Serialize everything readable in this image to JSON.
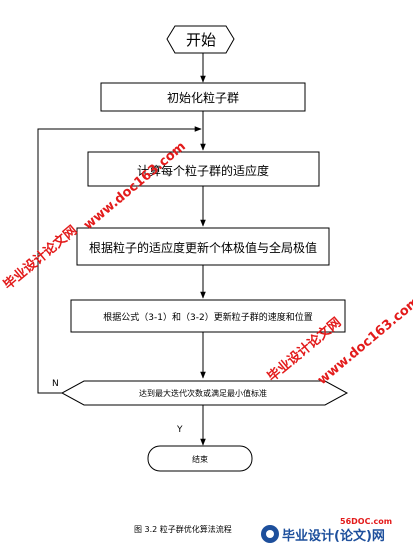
{
  "nodes": {
    "start": "开始",
    "init": "初始化粒子群",
    "fitness": "计算每个粒子群的适应度",
    "update_best": "根据粒子的适应度更新个体极值与全局极值",
    "update_vel": "根据公式（3-1）和（3-2）更新粒子群的速度和位置",
    "condition": "达到最大迭代次数或满足最小值标准",
    "end": "结束"
  },
  "branches": {
    "no": "N",
    "yes": "Y"
  },
  "caption": "图 3.2   粒子群优化算法流程",
  "watermarks": {
    "url_left": "www.doc163.com",
    "url_right": "www.doc163.com",
    "site_left": "毕业设计论文网",
    "site_right": "毕业设计论文网",
    "logo_small": "56DOC.com",
    "logo_main": "毕业设计(论文)网"
  },
  "colors": {
    "stroke": "#000000",
    "watermark": "#e31b1b",
    "logo_blue": "#1d4f9c"
  }
}
